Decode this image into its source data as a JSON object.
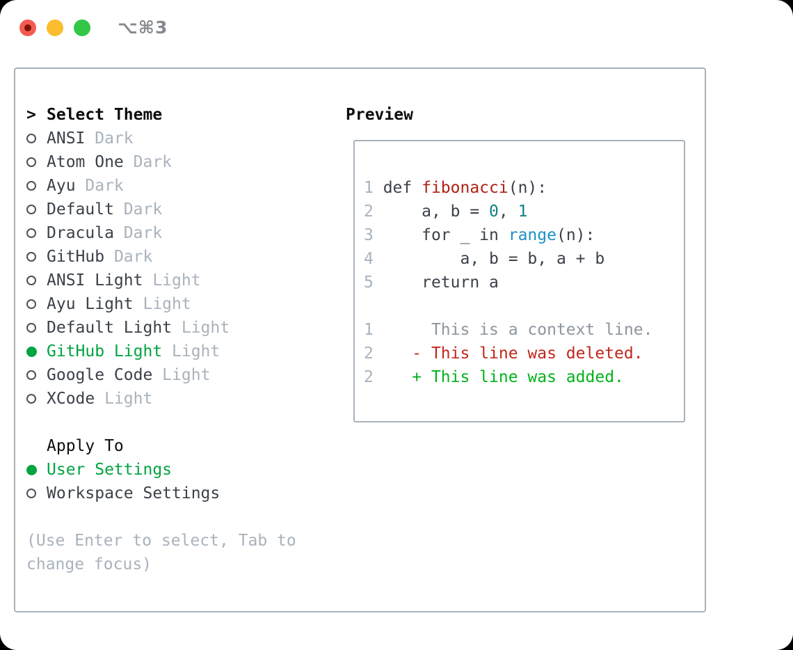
{
  "window": {
    "title": "⌥⌘3",
    "traffic_lights": [
      "close-icon",
      "minimize-icon",
      "zoom-icon"
    ]
  },
  "theme_picker": {
    "heading_marker": ">",
    "heading": "Select Theme",
    "items": [
      {
        "name": "ANSI",
        "variant": "Dark",
        "selected": false
      },
      {
        "name": "Atom One",
        "variant": "Dark",
        "selected": false
      },
      {
        "name": "Ayu",
        "variant": "Dark",
        "selected": false
      },
      {
        "name": "Default",
        "variant": "Dark",
        "selected": false
      },
      {
        "name": "Dracula",
        "variant": "Dark",
        "selected": false
      },
      {
        "name": "GitHub",
        "variant": "Dark",
        "selected": false
      },
      {
        "name": "ANSI Light",
        "variant": "Light",
        "selected": false
      },
      {
        "name": "Ayu Light",
        "variant": "Light",
        "selected": false
      },
      {
        "name": "Default Light",
        "variant": "Light",
        "selected": false
      },
      {
        "name": "GitHub Light",
        "variant": "Light",
        "selected": true
      },
      {
        "name": "Google Code",
        "variant": "Light",
        "selected": false
      },
      {
        "name": "XCode",
        "variant": "Light",
        "selected": false
      }
    ],
    "apply_to": {
      "heading": "Apply To",
      "options": [
        {
          "name": "User Settings",
          "selected": true
        },
        {
          "name": "Workspace Settings",
          "selected": false
        }
      ]
    },
    "help_lines": [
      "(Use Enter to select, Tab to",
      "change focus)"
    ]
  },
  "preview": {
    "heading": "Preview",
    "code_lines": [
      {
        "num": "1",
        "segments": [
          {
            "t": "def ",
            "c": "plain"
          },
          {
            "t": "fibonacci",
            "c": "func"
          },
          {
            "t": "(n):",
            "c": "plain"
          }
        ]
      },
      {
        "num": "2",
        "segments": [
          {
            "t": "    a, b = ",
            "c": "plain"
          },
          {
            "t": "0",
            "c": "num"
          },
          {
            "t": ", ",
            "c": "plain"
          },
          {
            "t": "1",
            "c": "num"
          }
        ]
      },
      {
        "num": "3",
        "segments": [
          {
            "t": "    for _ in ",
            "c": "plain"
          },
          {
            "t": "range",
            "c": "builtin"
          },
          {
            "t": "(n):",
            "c": "plain"
          }
        ]
      },
      {
        "num": "4",
        "segments": [
          {
            "t": "        a, b = b, a + b",
            "c": "plain"
          }
        ]
      },
      {
        "num": "5",
        "segments": [
          {
            "t": "    return a",
            "c": "plain"
          }
        ]
      },
      {
        "num": "",
        "segments": []
      },
      {
        "num": "1",
        "segments": [
          {
            "t": "     This is a context line.",
            "c": "context"
          }
        ]
      },
      {
        "num": "2",
        "segments": [
          {
            "t": "   - This line was deleted.",
            "c": "deleted"
          }
        ]
      },
      {
        "num": "2",
        "segments": [
          {
            "t": "   + This line was added.",
            "c": "added"
          }
        ]
      }
    ]
  },
  "colors": {
    "selected_green": "#00a441",
    "item_text": "#3b4149",
    "muted_text": "#a9b2bc",
    "panel_border": "#a9b1ba",
    "code_function_red": "#b02116",
    "code_builtin_blue": "#1d90c4",
    "code_number_teal": "#0f7f85",
    "diff_context_gray": "#8d959d",
    "diff_deleted_red": "#c1271b",
    "diff_added_green": "#00b31b",
    "traffic_red": "#f45b50",
    "traffic_yellow": "#fcbd2e",
    "traffic_green": "#33c748",
    "title_gray": "#85888d"
  }
}
